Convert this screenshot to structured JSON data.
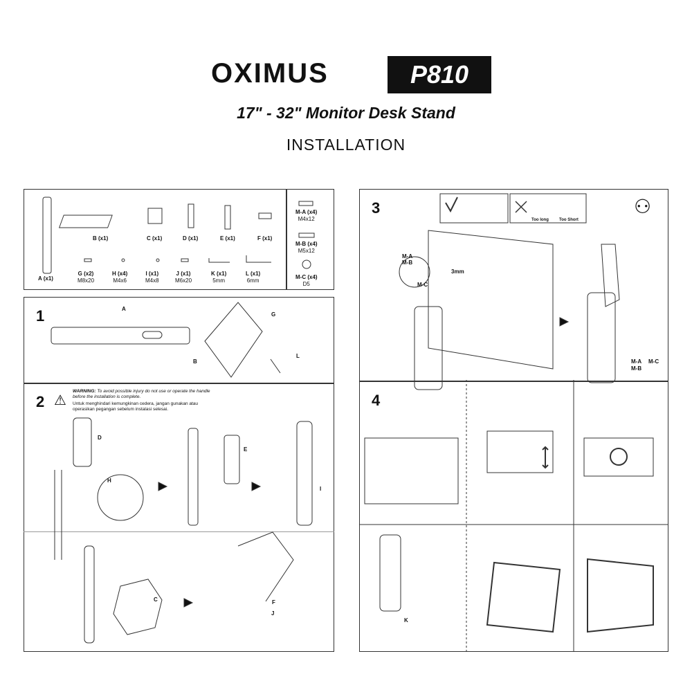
{
  "header": {
    "brand": "OXIMUS",
    "model": "P810",
    "subtitle": "17\" - 32\" Monitor Desk Stand",
    "title": "INSTALLATION"
  },
  "parts": [
    {
      "label": "A (x1)"
    },
    {
      "label": "B (x1)"
    },
    {
      "label": "C (x1)"
    },
    {
      "label": "D (x1)"
    },
    {
      "label": "E (x1)"
    },
    {
      "label": "F (x1)"
    },
    {
      "label": "G (x2)",
      "spec": "M8x20"
    },
    {
      "label": "H (x4)",
      "spec": "M4x6"
    },
    {
      "label": "I (x1)",
      "spec": "M4x8"
    },
    {
      "label": "J (x1)",
      "spec": "M6x20"
    },
    {
      "label": "K (x1)",
      "spec": "5mm"
    },
    {
      "label": "L (x1)",
      "spec": "6mm"
    }
  ],
  "hardware": [
    {
      "label": "M-A (x4)",
      "spec": "M4x12"
    },
    {
      "label": "M-B (x4)",
      "spec": "M5x12"
    },
    {
      "label": "M-C (x4)",
      "spec": "D5"
    }
  ],
  "steps": {
    "s1": {
      "num": "1",
      "callouts": [
        "A",
        "G",
        "B",
        "L"
      ]
    },
    "s2": {
      "num": "2",
      "warning_title": "WARNING:",
      "warning_en": "To avoid possible injury do not use or operate the handle before the installation is complete.",
      "warning_id": "Untuk menghindari kemungkinan cedera, jangan gunakan atau operasikan pegangan sebelum instalasi selesai.",
      "callouts": [
        "D",
        "H",
        "E",
        "I",
        "C",
        "F",
        "J"
      ]
    },
    "s3": {
      "num": "3",
      "callouts": [
        "M-A",
        "M-B",
        "M-C",
        "3mm"
      ],
      "too_long": "Too long",
      "too_short": "Too Short",
      "right_callouts": [
        "M-A",
        "M-B",
        "M-C"
      ]
    },
    "s4": {
      "num": "4",
      "callouts": [
        "K"
      ]
    }
  }
}
